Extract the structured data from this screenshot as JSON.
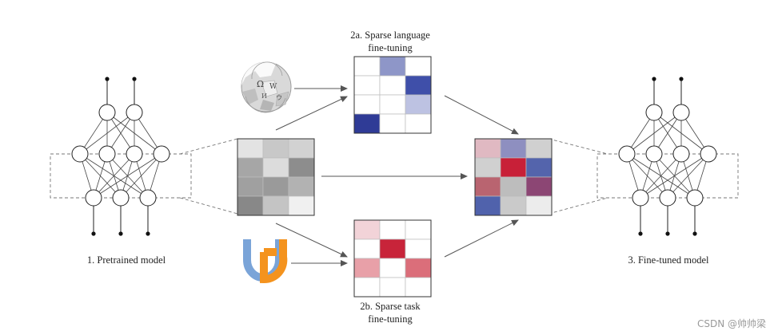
{
  "captions": {
    "pretrained": "1. Pretrained model",
    "finetuned": "3. Fine-tuned model",
    "language_line1": "2a. Sparse language",
    "language_line2": "fine-tuning",
    "task_line1": "2b. Sparse task",
    "task_line2": "fine-tuning"
  },
  "watermark": "CSDN @帅帅梁",
  "icons": {
    "language_source": "wikipedia-globe-icon",
    "task_source": "universal-dependencies-logo-icon"
  },
  "matrices": {
    "pretrained": [
      [
        "#e3e3e3",
        "#c8c8c8",
        "#d2d2d2"
      ],
      [
        "#a6a6a6",
        "#dcdcdc",
        "#8d8d8d"
      ],
      [
        "#a0a0a0",
        "#9a9a9a",
        "#b2b2b2"
      ],
      [
        "#888888",
        "#c4c4c4",
        "#f0f0f0"
      ]
    ],
    "language": [
      [
        "#ffffff",
        "#8e96c8",
        "#ffffff"
      ],
      [
        "#ffffff",
        "#ffffff",
        "#3f4fa9"
      ],
      [
        "#ffffff",
        "#ffffff",
        "#bdc2e2"
      ],
      [
        "#2f3b96",
        "#ffffff",
        "#ffffff"
      ]
    ],
    "task": [
      [
        "#f2d3d8",
        "#ffffff",
        "#ffffff"
      ],
      [
        "#ffffff",
        "#c8243a",
        "#ffffff"
      ],
      [
        "#e8a0a8",
        "#ffffff",
        "#db6e7a"
      ],
      [
        "#ffffff",
        "#ffffff",
        "#ffffff"
      ]
    ],
    "combined": [
      [
        "#e0b9c2",
        "#8e8fc0",
        "#d0d0d0"
      ],
      [
        "#d0d0d0",
        "#c82038",
        "#5464ac"
      ],
      [
        "#b96470",
        "#bdbdbd",
        "#8c4674"
      ],
      [
        "#5062ac",
        "#cacaca",
        "#ececec"
      ]
    ]
  }
}
